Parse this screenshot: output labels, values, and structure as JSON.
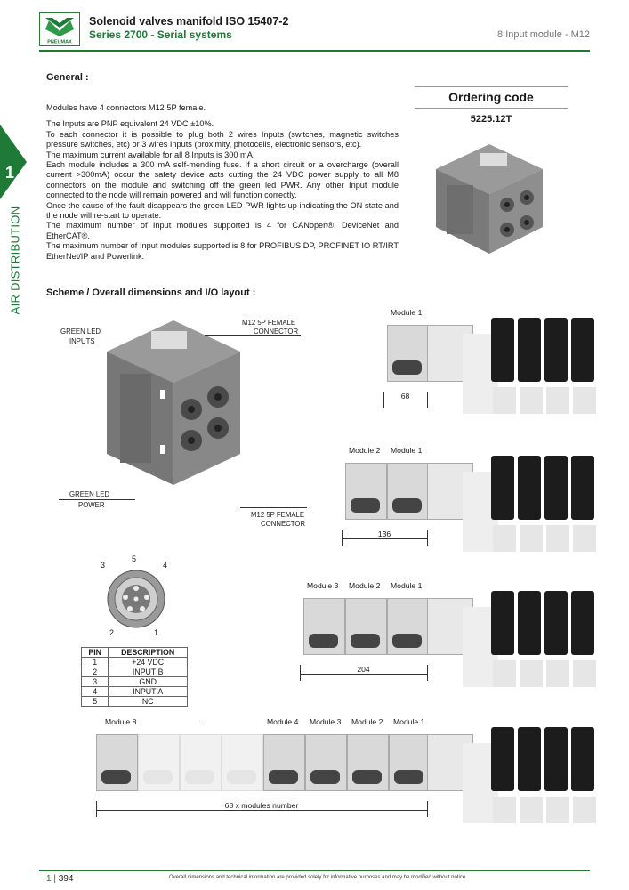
{
  "header": {
    "brand": "PNEUMAX",
    "title": "Solenoid valves manifold ISO 15407-2",
    "subtitle": "Series 2700 - Serial systems",
    "section": "8 Input module - M12"
  },
  "side_tab": {
    "number": "1",
    "label": "AIR DISTRIBUTION"
  },
  "general": {
    "heading": "General :",
    "lines": [
      "Modules have 4 connectors M12 5P female.",
      "The Inputs are PNP equivalent 24 VDC ±10%.",
      "To each connector it is possible to plug both 2 wires Inputs (switches, magnetic switches pressure switches, etc) or 3 wires Inputs (proximity, photocells, electronic sensors, etc).",
      "The maximum current available for all 8 Inputs is 300 mA.",
      "Each module includes a 300 mA self-mending fuse. If a short circuit or a overcharge (overall current >300mA) occur the safety device acts cutting the 24 VDC power supply to all M8 connectors on the module and switching off the green led PWR. Any other Input module connected to the node will remain powered and will function correctly.",
      "Once the cause of the fault disappears the green LED PWR lights up indicating the ON state and the node will re-start to operate.",
      "The maximum number of Input modules supported is 4 for CANopen®, DeviceNet and EtherCAT®.",
      "The maximum number of Input modules supported is 8 for PROFIBUS DP, PROFINET IO RT/IRT EtherNet/IP and Powerlink."
    ]
  },
  "ordering": {
    "title": "Ordering code",
    "code": "5225.12T"
  },
  "scheme": {
    "heading": "Scheme / Overall dimensions and I/O layout :",
    "labels": {
      "green_led_inputs_1": "GREEN LED",
      "green_led_inputs_2": "INPUTS",
      "m12_top_1": "M12 5P FEMALE",
      "m12_top_2": "CONNECTOR",
      "green_led_power_1": "GREEN LED",
      "green_led_power_2": "POWER",
      "m12_bot_1": "M12 5P FEMALE",
      "m12_bot_2": "CONNECTOR"
    },
    "connector_pins": {
      "p1": "1",
      "p2": "2",
      "p3": "3",
      "p4": "4",
      "p5": "5"
    }
  },
  "pin_table": {
    "headers": [
      "PIN",
      "DESCRIPTION"
    ],
    "rows": [
      [
        "1",
        "+24 VDC"
      ],
      [
        "2",
        "INPUT B"
      ],
      [
        "3",
        "GND"
      ],
      [
        "4",
        "INPUT A"
      ],
      [
        "5",
        "NC"
      ]
    ]
  },
  "layouts": [
    {
      "modules": [
        "Module 1"
      ],
      "dimension": "68"
    },
    {
      "modules": [
        "Module 2",
        "Module 1"
      ],
      "dimension": "136"
    },
    {
      "modules": [
        "Module 3",
        "Module 2",
        "Module 1"
      ],
      "dimension": "204"
    },
    {
      "modules": [
        "Module 8",
        "...",
        "Module 4",
        "Module 3",
        "Module 2",
        "Module 1"
      ],
      "dimension": "68 x modules number"
    }
  ],
  "footer": {
    "section": "1",
    "page": "394",
    "note": "Overall dimensions and technical information are provided solely for informative purposes and may be modified without notice"
  },
  "colors": {
    "brand_green": "#1e7a36",
    "module_grey": "#d9d9d9",
    "valve_black": "#1c1c1c"
  }
}
